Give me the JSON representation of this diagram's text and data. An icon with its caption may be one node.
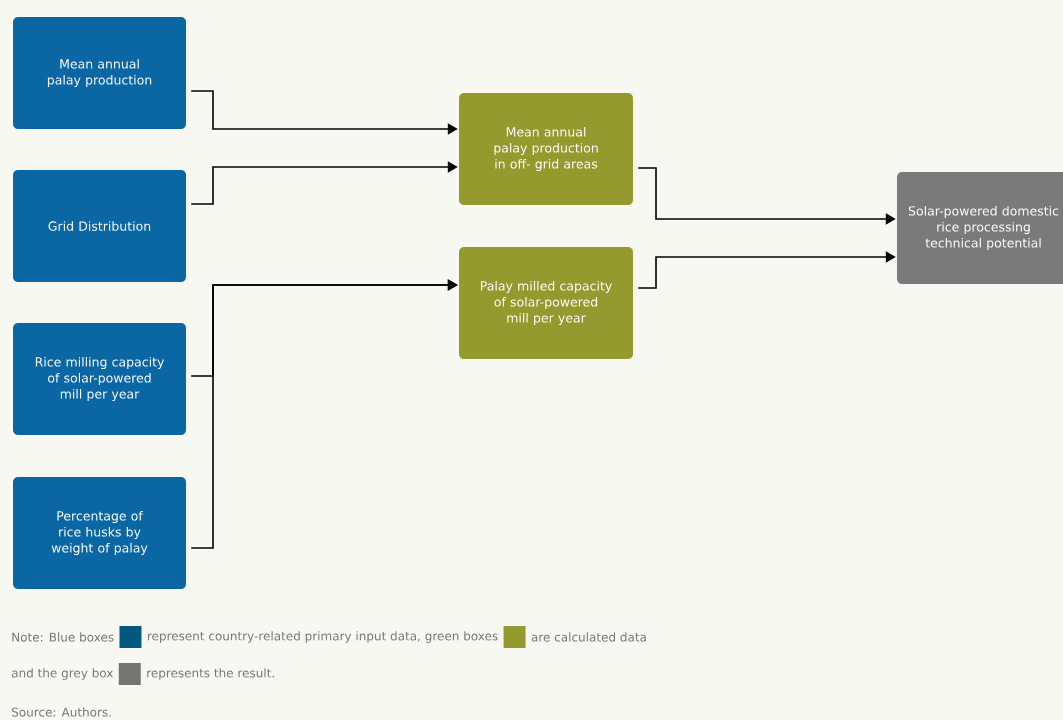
{
  "diagram": {
    "nodes": [
      {
        "text": [
          "Mean annual palay production"
        ]
      },
      {
        "text": [
          "Grid Distribution"
        ]
      },
      {
        "text": [
          "Rice milling capacity of solar-powered mill per year"
        ]
      },
      {
        "text": [
          "Percentage of rice husks by weight of palay"
        ]
      },
      {
        "text": [
          "Mean annual palay production in off- grid areas"
        ]
      },
      {
        "text": [
          "Palay milled capacity of solar-powered mill per year"
        ]
      },
      {
        "text": [
          "Solar-powered domestic rice processing technical potential"
        ]
      }
    ],
    "edges": [
      {
        "from": 0,
        "to": 4,
        "arrow": "to"
      },
      {
        "from": 1,
        "to": 4,
        "arrow": "to"
      },
      {
        "from": 2,
        "to": 5,
        "arrow": "to"
      },
      {
        "from": 3,
        "to": 5,
        "arrow": "to"
      },
      {
        "from": 4,
        "to": 6,
        "arrow": "to"
      },
      {
        "from": 5,
        "to": 6,
        "arrow": "to"
      }
    ],
    "labels": [
      "are calculated data",
      "represents the result.",
      "Source: Authors."
    ],
    "legend": [
      {
        "text": "Note: Blue boxes",
        "color": "#03587f"
      },
      {
        "text": "represent country-related primary input data, green boxes",
        "color": "#959a2e"
      },
      {
        "text": "and the grey box",
        "color": "#747474"
      }
    ]
  }
}
